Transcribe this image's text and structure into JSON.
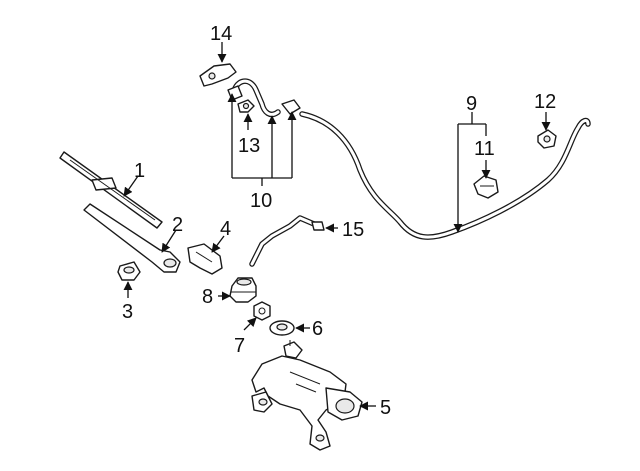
{
  "callouts": {
    "c1": "1",
    "c2": "2",
    "c3": "3",
    "c4": "4",
    "c5": "5",
    "c6": "6",
    "c7": "7",
    "c8": "8",
    "c9": "9",
    "c10": "10",
    "c11": "11",
    "c12": "12",
    "c13": "13",
    "c14": "14",
    "c15": "15"
  },
  "colors": {
    "line": "#1a1a1a",
    "background": "#ffffff"
  }
}
